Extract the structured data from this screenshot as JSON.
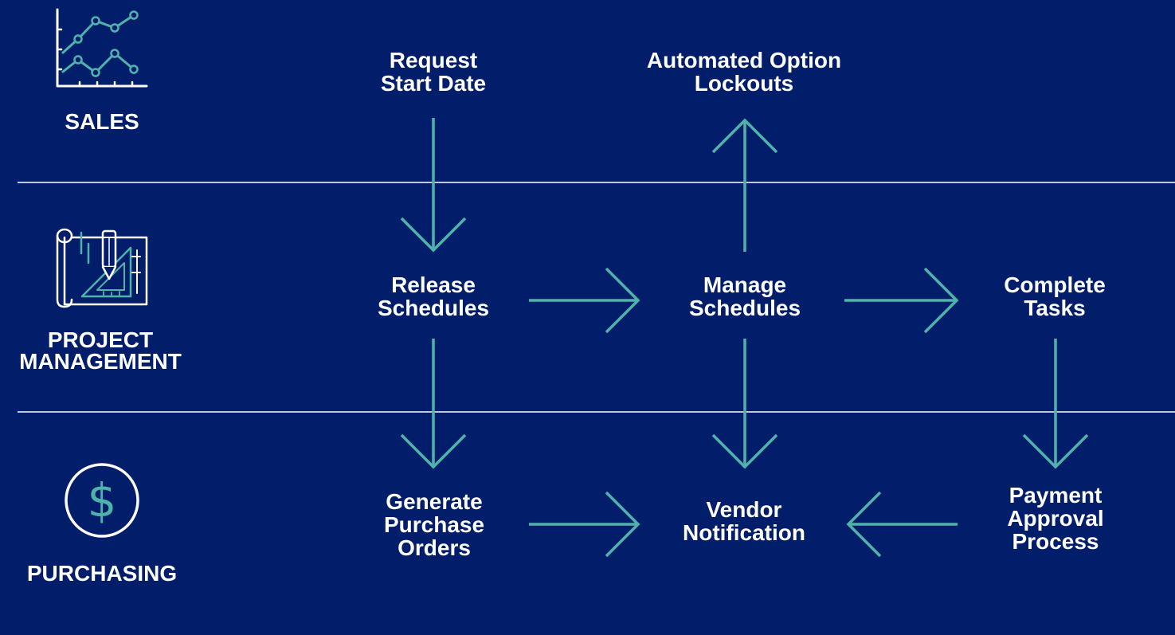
{
  "colors": {
    "background": "#021e6b",
    "arrow": "#4fb3ac",
    "divider": "#ffffff",
    "text": "#ffffff"
  },
  "lanes": [
    {
      "id": "sales",
      "label_lines": [
        "SALES"
      ],
      "icon": "line-chart-icon"
    },
    {
      "id": "project-management",
      "label_lines": [
        "PROJECT",
        "MANAGEMENT"
      ],
      "icon": "blueprint-pencil-icon"
    },
    {
      "id": "purchasing",
      "label_lines": [
        "PURCHASING"
      ],
      "icon": "dollar-coin-icon"
    }
  ],
  "nodes": {
    "request_start_date": {
      "lines": [
        "Request",
        "Start Date"
      ]
    },
    "automated_option_lockouts": {
      "lines": [
        "Automated Option",
        "Lockouts"
      ]
    },
    "release_schedules": {
      "lines": [
        "Release",
        "Schedules"
      ]
    },
    "manage_schedules": {
      "lines": [
        "Manage",
        "Schedules"
      ]
    },
    "complete_tasks": {
      "lines": [
        "Complete",
        "Tasks"
      ]
    },
    "generate_purchase_orders": {
      "lines": [
        "Generate",
        "Purchase",
        "Orders"
      ]
    },
    "vendor_notification": {
      "lines": [
        "Vendor",
        "Notification"
      ]
    },
    "payment_approval_process": {
      "lines": [
        "Payment",
        "Approval",
        "Process"
      ]
    }
  },
  "edges": [
    {
      "from": "request_start_date",
      "to": "release_schedules"
    },
    {
      "from": "manage_schedules",
      "to": "automated_option_lockouts"
    },
    {
      "from": "release_schedules",
      "to": "manage_schedules"
    },
    {
      "from": "manage_schedules",
      "to": "complete_tasks"
    },
    {
      "from": "release_schedules",
      "to": "generate_purchase_orders"
    },
    {
      "from": "manage_schedules",
      "to": "vendor_notification"
    },
    {
      "from": "complete_tasks",
      "to": "payment_approval_process"
    },
    {
      "from": "generate_purchase_orders",
      "to": "vendor_notification"
    },
    {
      "from": "payment_approval_process",
      "to": "vendor_notification"
    }
  ]
}
